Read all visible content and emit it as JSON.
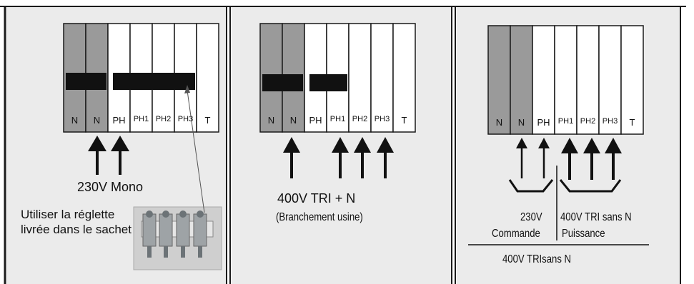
{
  "colors": {
    "panel_bg": "#ebebeb",
    "neutral_terminal": "#9a9a9a",
    "bar": "#111111",
    "frame": "#1a1a1a"
  },
  "panels": [
    {
      "terminals": [
        "N",
        "N",
        "PH",
        "PH1",
        "PH2",
        "PH3",
        "T"
      ],
      "label": "230V Mono",
      "note": "Utiliser la réglette livrée dans le sachet"
    },
    {
      "terminals": [
        "N",
        "N",
        "PH",
        "PH1",
        "PH2",
        "PH3",
        "T"
      ],
      "label": "400V  TRI + N",
      "sublabel": "(Branchement usine)"
    },
    {
      "terminals": [
        "N",
        "N",
        "PH",
        "PH1",
        "PH2",
        "PH3",
        "T"
      ],
      "left_voltage": "230V",
      "left_label": "Commande",
      "right_voltage": "400V TRI sans N",
      "right_label": "Puissance",
      "bottom_label": "400V  TRIsans N"
    }
  ]
}
